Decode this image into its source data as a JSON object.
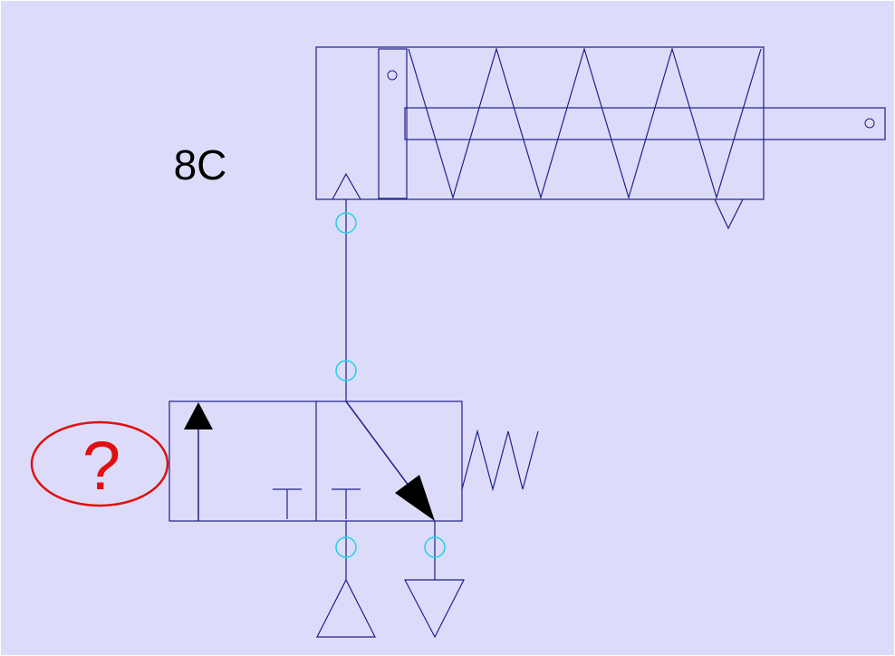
{
  "diagram": {
    "cylinder_label": "8C",
    "valve_actuator_label": "?"
  },
  "colors": {
    "background": "#dcdcfa",
    "line": "#1f1f8c",
    "connection_port": "#22d0e6",
    "highlight": "#e01010",
    "text": "#000000"
  },
  "icons": {
    "pressure_source": "triangle-up",
    "exhaust": "triangle-down",
    "return_spring": "zigzag",
    "flow_arrow": "filled-arrowhead"
  }
}
